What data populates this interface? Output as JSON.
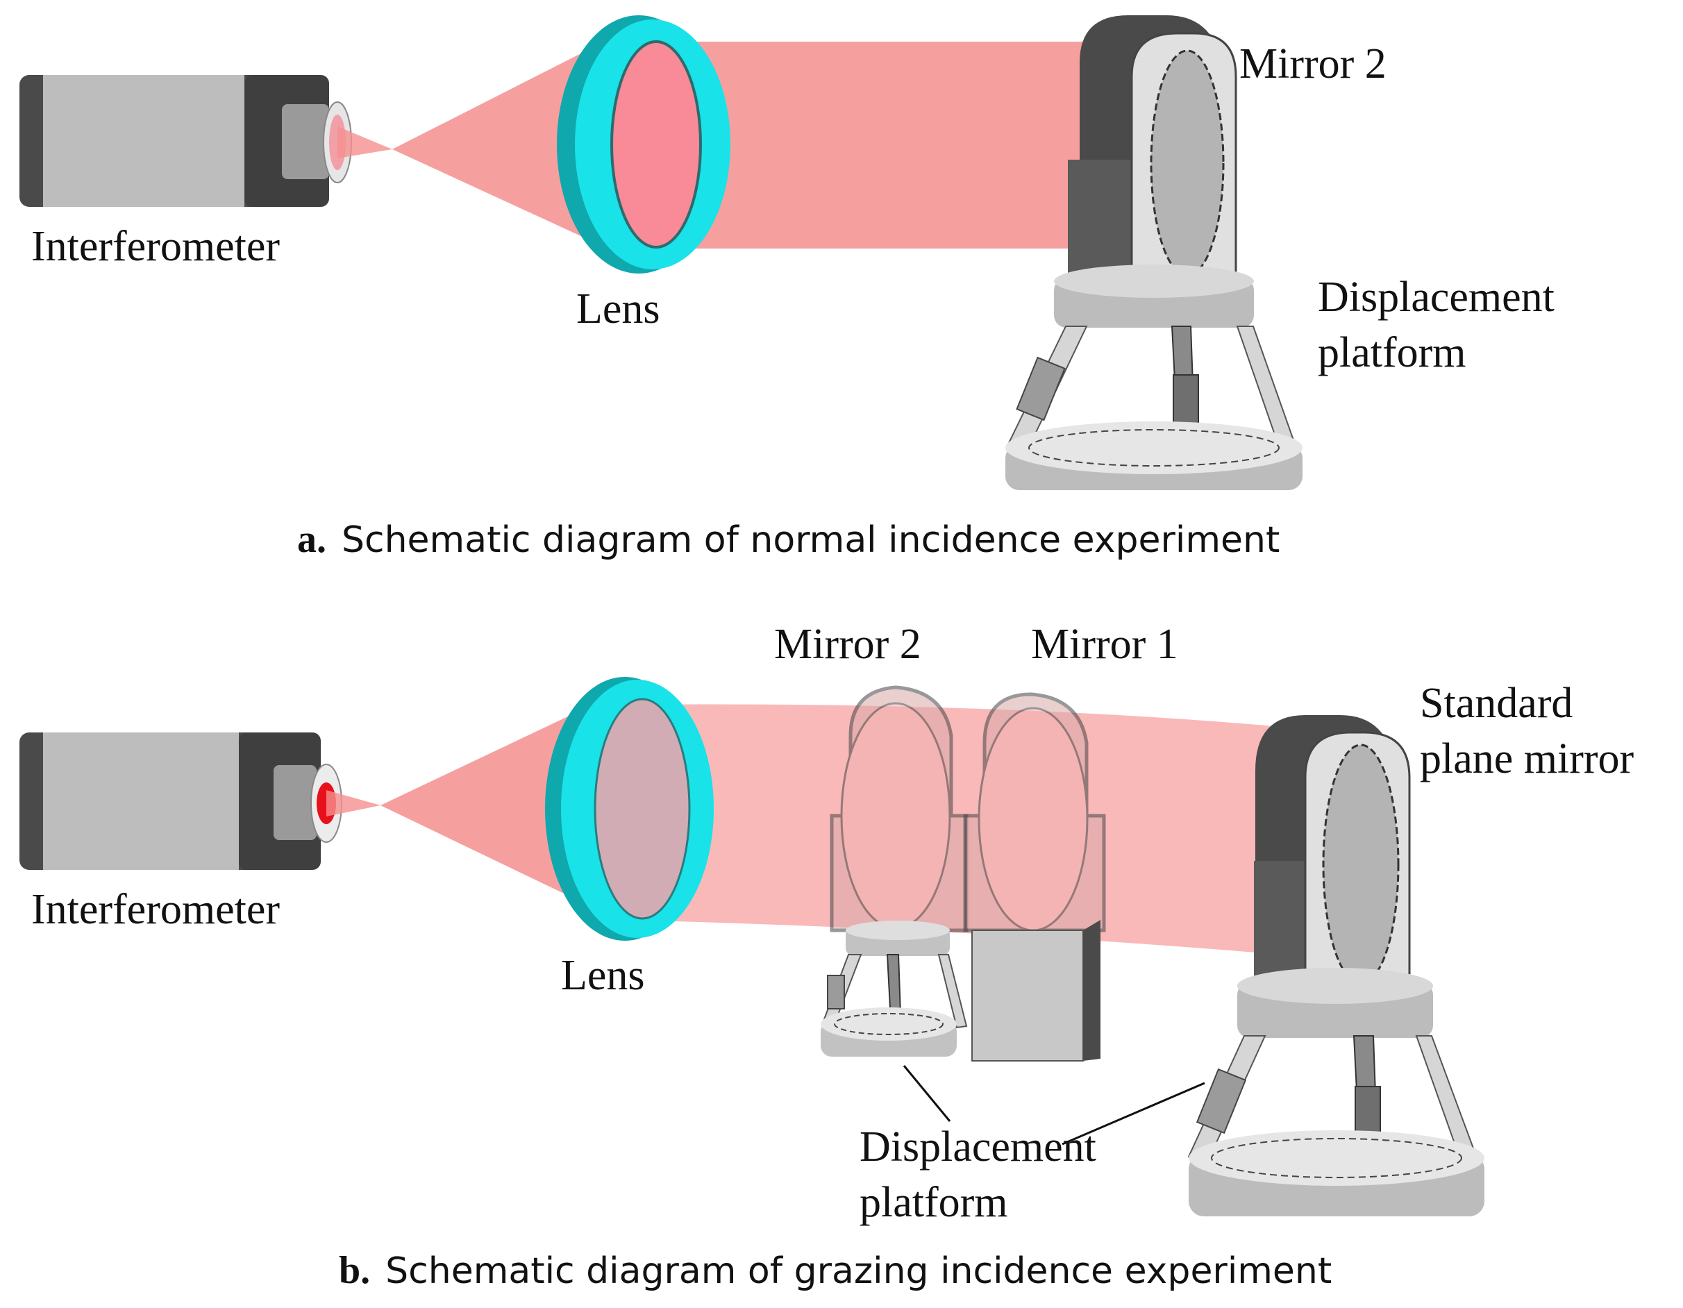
{
  "panel_a": {
    "labels": {
      "interferometer": "Interferometer",
      "lens": "Lens",
      "mirror2": "Mirror 2",
      "displacement_line1": "Displacement",
      "displacement_line2": "platform"
    },
    "caption": {
      "prefix": "a.",
      "text": "Schematic diagram of normal incidence experiment"
    }
  },
  "panel_b": {
    "labels": {
      "interferometer": "Interferometer",
      "lens": "Lens",
      "mirror2": "Mirror 2",
      "mirror1": "Mirror 1",
      "standard_line1": "Standard",
      "standard_line2": "plane mirror",
      "displacement_line1": "Displacement",
      "displacement_line2": "platform"
    },
    "caption": {
      "prefix": "b.",
      "text": "Schematic diagram of grazing incidence experiment"
    }
  },
  "colors": {
    "beam": "#f58e8e",
    "lens_ring": "#19e2e8",
    "lens_ring_dark": "#0fa8ad",
    "lens_glass": "#f98a98",
    "laser_spot": "#e8101a"
  }
}
